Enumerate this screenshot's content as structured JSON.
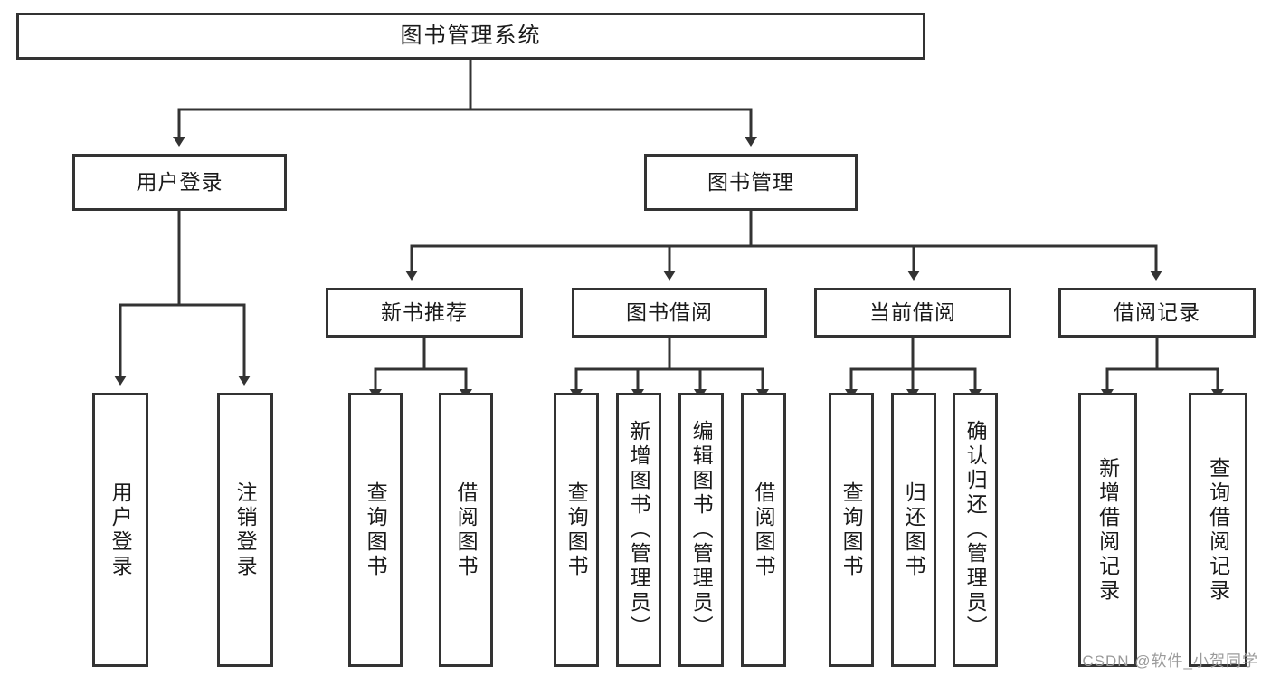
{
  "diagram": {
    "title": "图书管理系统",
    "watermark": "CSDN @软件_小贺同学",
    "colors": {
      "stroke": "#333333",
      "fill": "#ffffff",
      "text": "#1a1a1a",
      "watermark": "#9a9a9a"
    },
    "root": {
      "label": "图书管理系统"
    },
    "level1": [
      {
        "label": "用户登录"
      },
      {
        "label": "图书管理"
      }
    ],
    "level2": [
      {
        "label": "新书推荐"
      },
      {
        "label": "图书借阅"
      },
      {
        "label": "当前借阅"
      },
      {
        "label": "借阅记录"
      }
    ],
    "leaves": {
      "user_login": [
        {
          "label": "用户登录"
        },
        {
          "label": "注销登录"
        }
      ],
      "new_book_recommend": [
        {
          "label": "查询图书"
        },
        {
          "label": "借阅图书"
        }
      ],
      "book_borrow": [
        {
          "label": "查询图书"
        },
        {
          "label": "新增图书（管理员）"
        },
        {
          "label": "编辑图书（管理员）"
        },
        {
          "label": "借阅图书"
        }
      ],
      "current_borrow": [
        {
          "label": "查询图书"
        },
        {
          "label": "归还图书"
        },
        {
          "label": "确认归还（管理员）"
        }
      ],
      "borrow_record": [
        {
          "label": "新增借阅记录"
        },
        {
          "label": "查询借阅记录"
        }
      ]
    }
  }
}
